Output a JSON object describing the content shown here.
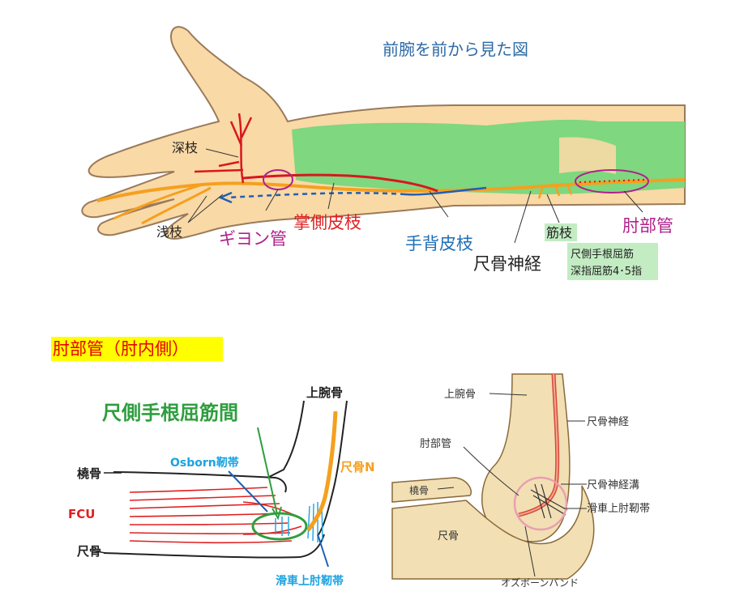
{
  "top_figure": {
    "title": "前腕を前から見た図",
    "labels": {
      "deep_branch": "深枝",
      "superficial_branch": "浅枝",
      "guyon_canal": "ギヨン管",
      "palmar_cutaneous_branch": "掌側皮枝",
      "dorsal_cutaneous_branch": "手背皮枝",
      "ulnar_nerve": "尺骨神経",
      "muscular_branch": "筋枝",
      "cubital_tunnel": "肘部管",
      "muscle_note_line1": "尺側手根屈筋",
      "muscle_note_line2": "深指屈筋4･5指"
    }
  },
  "section_title": "肘部管（肘内側）",
  "bottom_left_figure": {
    "labels": {
      "humerus": "上腕骨",
      "fcu_heads": "尺側手根屈筋間",
      "osborn_ligament": "Osborn靭帯",
      "ulnar_n": "尺骨N",
      "radius": "橈骨",
      "fcu": "FCU",
      "ulna": "尺骨",
      "trochlear_ligament": "滑車上肘靭帯"
    }
  },
  "bottom_right_figure": {
    "labels": {
      "humerus": "上腕骨",
      "ulnar_nerve": "尺骨神経",
      "cubital_tunnel": "肘部管",
      "ulnar_groove": "尺骨神経溝",
      "radius": "橈骨",
      "trochlear_ligament": "滑車上肘靭帯",
      "ulna": "尺骨",
      "osborne_band": "オズボーンバンド"
    }
  },
  "colors": {
    "skin": "#f9d9a6",
    "skin_outline": "#9a7a5a",
    "muscle_green": "#7fd77f",
    "nerve_orange": "#f5a01e",
    "nerve_red": "#d8171f",
    "nerve_blue": "#1f5fb5",
    "label_magenta": "#b0228c",
    "label_red": "#e02020",
    "label_blue": "#1f6fb5",
    "label_green": "#2e9e3e",
    "label_cyan": "#1ba3e0",
    "bone_beige": "#f2dfb4",
    "highlight_yellow": "#ffff00"
  }
}
